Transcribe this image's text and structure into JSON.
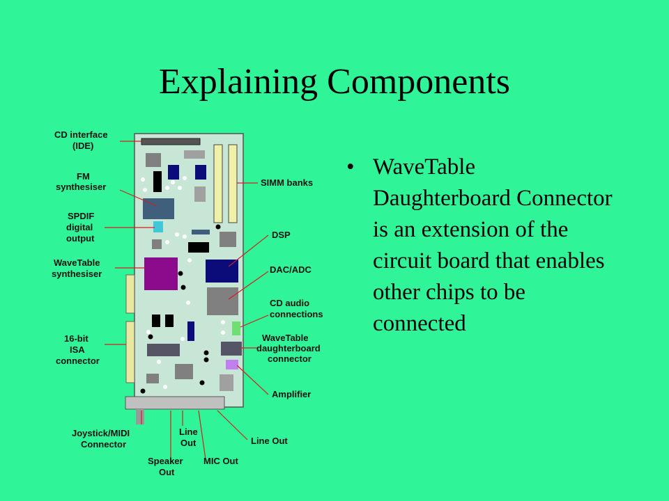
{
  "slide": {
    "title": "Explaining Components",
    "bullet": "WaveTable Daughterboard Connector is an extension of the circuit board that enables other chips to be connected"
  },
  "diagram": {
    "labels": {
      "cd_interface": [
        "CD interface",
        "(IDE)"
      ],
      "fm_synth": [
        "FM",
        "synthesiser"
      ],
      "spdif": [
        "SPDIF",
        "digital",
        "output"
      ],
      "wavetable_synth": [
        "WaveTable",
        "synthesiser"
      ],
      "isa": [
        "16-bit",
        "ISA",
        "connector"
      ],
      "joystick": [
        "Joystick/MIDI",
        "Connector"
      ],
      "line_out_small": [
        "Line",
        "Out"
      ],
      "speaker_out": [
        "Speaker",
        "Out"
      ],
      "mic_out": [
        "MIC Out"
      ],
      "line_out_right": [
        "Line Out"
      ],
      "simm": [
        "SIMM banks"
      ],
      "dsp": [
        "DSP"
      ],
      "dac_adc": [
        "DAC/ADC"
      ],
      "cd_audio": [
        "CD audio",
        "connections"
      ],
      "wavetable_daughter": [
        "WaveTable",
        "daughterboard",
        "connector"
      ],
      "amplifier": [
        "Amplifier"
      ]
    },
    "colors": {
      "board": "#c8e6d6",
      "chip_blue": "#3f5f7d",
      "chip_purple": "#8c0a8c",
      "chip_navy": "#0b0b7a",
      "chip_gray": "#808080",
      "chip_black": "#000000",
      "cyan": "#40c8d8",
      "green": "#6fe06f",
      "violet": "#c080f0",
      "leader_line": "#d02020"
    }
  }
}
